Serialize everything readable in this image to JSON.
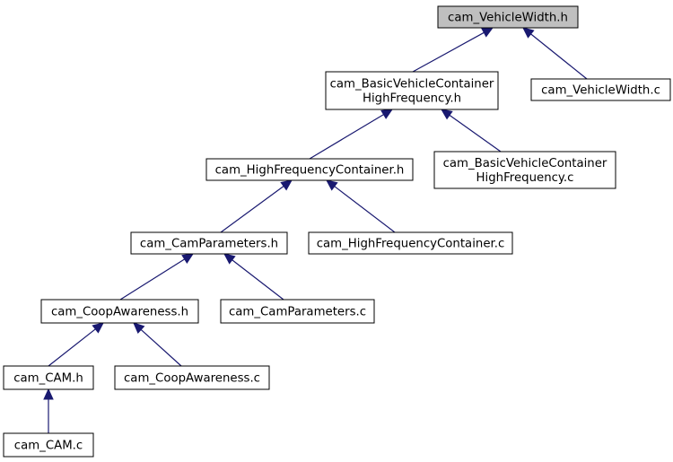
{
  "nodes": [
    {
      "id": "vw_h",
      "lines": [
        "cam_VehicleWidth.h"
      ]
    },
    {
      "id": "bvc_h",
      "lines": [
        "cam_BasicVehicleContainer",
        "HighFrequency.h"
      ]
    },
    {
      "id": "vw_c",
      "lines": [
        "cam_VehicleWidth.c"
      ]
    },
    {
      "id": "hfc_h",
      "lines": [
        "cam_HighFrequencyContainer.h"
      ]
    },
    {
      "id": "bvc_c",
      "lines": [
        "cam_BasicVehicleContainer",
        "HighFrequency.c"
      ]
    },
    {
      "id": "cp_h",
      "lines": [
        "cam_CamParameters.h"
      ]
    },
    {
      "id": "hfc_c",
      "lines": [
        "cam_HighFrequencyContainer.c"
      ]
    },
    {
      "id": "ca_h",
      "lines": [
        "cam_CoopAwareness.h"
      ]
    },
    {
      "id": "cp_c",
      "lines": [
        "cam_CamParameters.c"
      ]
    },
    {
      "id": "cam_h",
      "lines": [
        "cam_CAM.h"
      ]
    },
    {
      "id": "ca_c",
      "lines": [
        "cam_CoopAwareness.c"
      ]
    },
    {
      "id": "cam_c",
      "lines": [
        "cam_CAM.c"
      ]
    }
  ],
  "edges": [
    {
      "from": "bvc_h",
      "to": "vw_h"
    },
    {
      "from": "vw_c",
      "to": "vw_h"
    },
    {
      "from": "hfc_h",
      "to": "bvc_h"
    },
    {
      "from": "bvc_c",
      "to": "bvc_h"
    },
    {
      "from": "cp_h",
      "to": "hfc_h"
    },
    {
      "from": "hfc_c",
      "to": "hfc_h"
    },
    {
      "from": "ca_h",
      "to": "cp_h"
    },
    {
      "from": "cp_c",
      "to": "cp_h"
    },
    {
      "from": "cam_h",
      "to": "ca_h"
    },
    {
      "from": "ca_c",
      "to": "ca_h"
    },
    {
      "from": "cam_c",
      "to": "cam_h"
    }
  ],
  "colors": {
    "root_fill": "#bfbfbf",
    "node_fill": "#ffffff",
    "edge": "#191970"
  }
}
